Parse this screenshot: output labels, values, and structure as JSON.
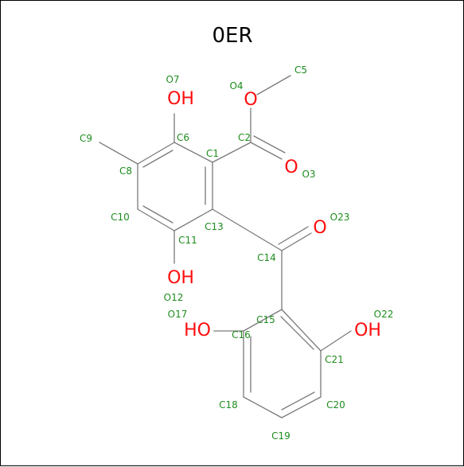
{
  "title": "0ER",
  "colors": {
    "bond": "#7a7a7a",
    "oxygen": "#ff0d0d",
    "atom_label": "#1e8c1e",
    "title": "#000000"
  },
  "heavy_atoms": {
    "O4": "O",
    "O3": "O",
    "O7": "OH",
    "O12": "OH",
    "O23": "O",
    "O17": "HO",
    "O22": "OH"
  },
  "atom_labels": {
    "C1": "C1",
    "C2": "C2",
    "O3": "O3",
    "O4": "O4",
    "C5": "C5",
    "C6": "C6",
    "O7": "O7",
    "C8": "C8",
    "C9": "C9",
    "C10": "C10",
    "C11": "C11",
    "O12": "O12",
    "C13": "C13",
    "C14": "C14",
    "C15": "C15",
    "C16": "C16",
    "O17": "O17",
    "C18": "C18",
    "C19": "C19",
    "C20": "C20",
    "C21": "C21",
    "O22": "O22",
    "O23": "O23"
  }
}
